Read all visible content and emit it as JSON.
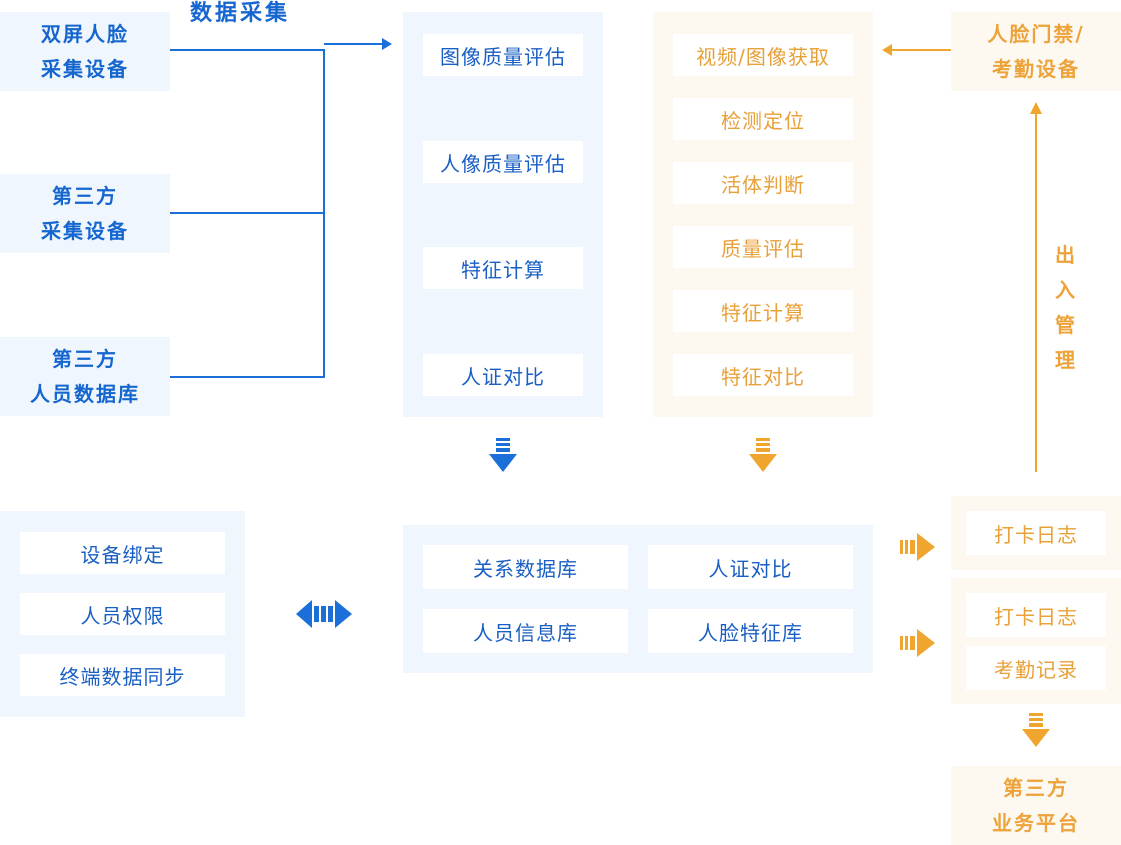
{
  "colors": {
    "blue": "#1a6fd9",
    "orange": "#f0a52e",
    "blue_bg": "#f0f6fd",
    "orange_bg": "#fdf8f0"
  },
  "sources": [
    {
      "line1": "双屏人脸",
      "line2": "采集设备"
    },
    {
      "line1": "第三方",
      "line2": "采集设备"
    },
    {
      "line1": "第三方",
      "line2": "人员数据库"
    }
  ],
  "collect_label": "数据采集",
  "process_panel": {
    "items": [
      "图像质量评估",
      "人像质量评估",
      "特征计算",
      "人证对比"
    ]
  },
  "terminal_panel": {
    "items": [
      "视频/图像获取",
      "检测定位",
      "活体判断",
      "质量评估",
      "特征计算",
      "特征对比"
    ]
  },
  "access_device": {
    "line1": "人脸门禁/",
    "line2": "考勤设备"
  },
  "access_mgmt_label": [
    "出",
    "入",
    "管",
    "理"
  ],
  "device_mgmt": {
    "items": [
      "设备绑定",
      "人员权限",
      "终端数据同步"
    ]
  },
  "database_panel": {
    "items": [
      "关系数据库",
      "人证对比",
      "人员信息库",
      "人脸特征库"
    ]
  },
  "log_box": {
    "item": "打卡日志"
  },
  "record_box": {
    "items": [
      "打卡日志",
      "考勤记录"
    ]
  },
  "third_party_platform": {
    "line1": "第三方",
    "line2": "业务平台"
  }
}
